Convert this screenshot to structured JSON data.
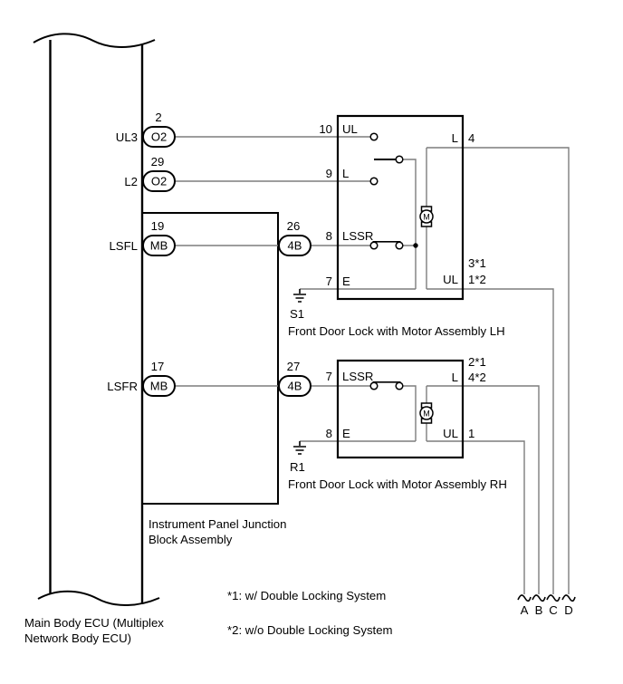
{
  "colors": {
    "wire_gray": "#7d7d7d",
    "diagram_black": "#000000",
    "background": "#ffffff"
  },
  "ecu": {
    "label_line1": "Main Body ECU (Multiplex",
    "label_line2": "Network Body ECU)",
    "pin_ul3": {
      "name": "UL3",
      "pin": "2",
      "connector": "O2"
    },
    "pin_l2": {
      "name": "L2",
      "pin": "29",
      "connector": "O2"
    },
    "pin_lsfl": {
      "name": "LSFL",
      "pin": "19",
      "connector": "MB"
    },
    "pin_lsfr": {
      "name": "LSFR",
      "pin": "17",
      "connector": "MB"
    }
  },
  "junction_block": {
    "label_line1": "Instrument Panel Junction",
    "label_line2": "Block Assembly",
    "conn26": {
      "pin": "26",
      "connector": "4B"
    },
    "conn27": {
      "pin": "27",
      "connector": "4B"
    }
  },
  "lh_lock": {
    "title": "Front Door Lock with Motor Assembly LH",
    "ground_label": "S1",
    "pin10": "10",
    "pin10_label": "UL",
    "pin9": "9",
    "pin9_label": "L",
    "pin8": "8",
    "pin8_label": "LSSR",
    "pin7": "7",
    "pin7_label": "E",
    "right_l_label": "L",
    "right_l_pin": "4",
    "right_ul_label": "UL",
    "right_ul_pin1": "3*1",
    "right_ul_pin2": "1*2",
    "motor_label": "M"
  },
  "rh_lock": {
    "title": "Front Door Lock with Motor Assembly RH",
    "ground_label": "R1",
    "pin7": "7",
    "pin7_label": "LSSR",
    "pin8": "8",
    "pin8_label": "E",
    "right_l_label": "L",
    "right_l_pin1": "2*1",
    "right_l_pin2": "4*2",
    "right_ul_label": "UL",
    "right_ul_pin": "1",
    "motor_label": "M"
  },
  "wire_ends": [
    "A",
    "B",
    "C",
    "D"
  ],
  "notes": [
    "*1: w/ Double Locking System",
    "*2: w/o Double Locking System"
  ]
}
